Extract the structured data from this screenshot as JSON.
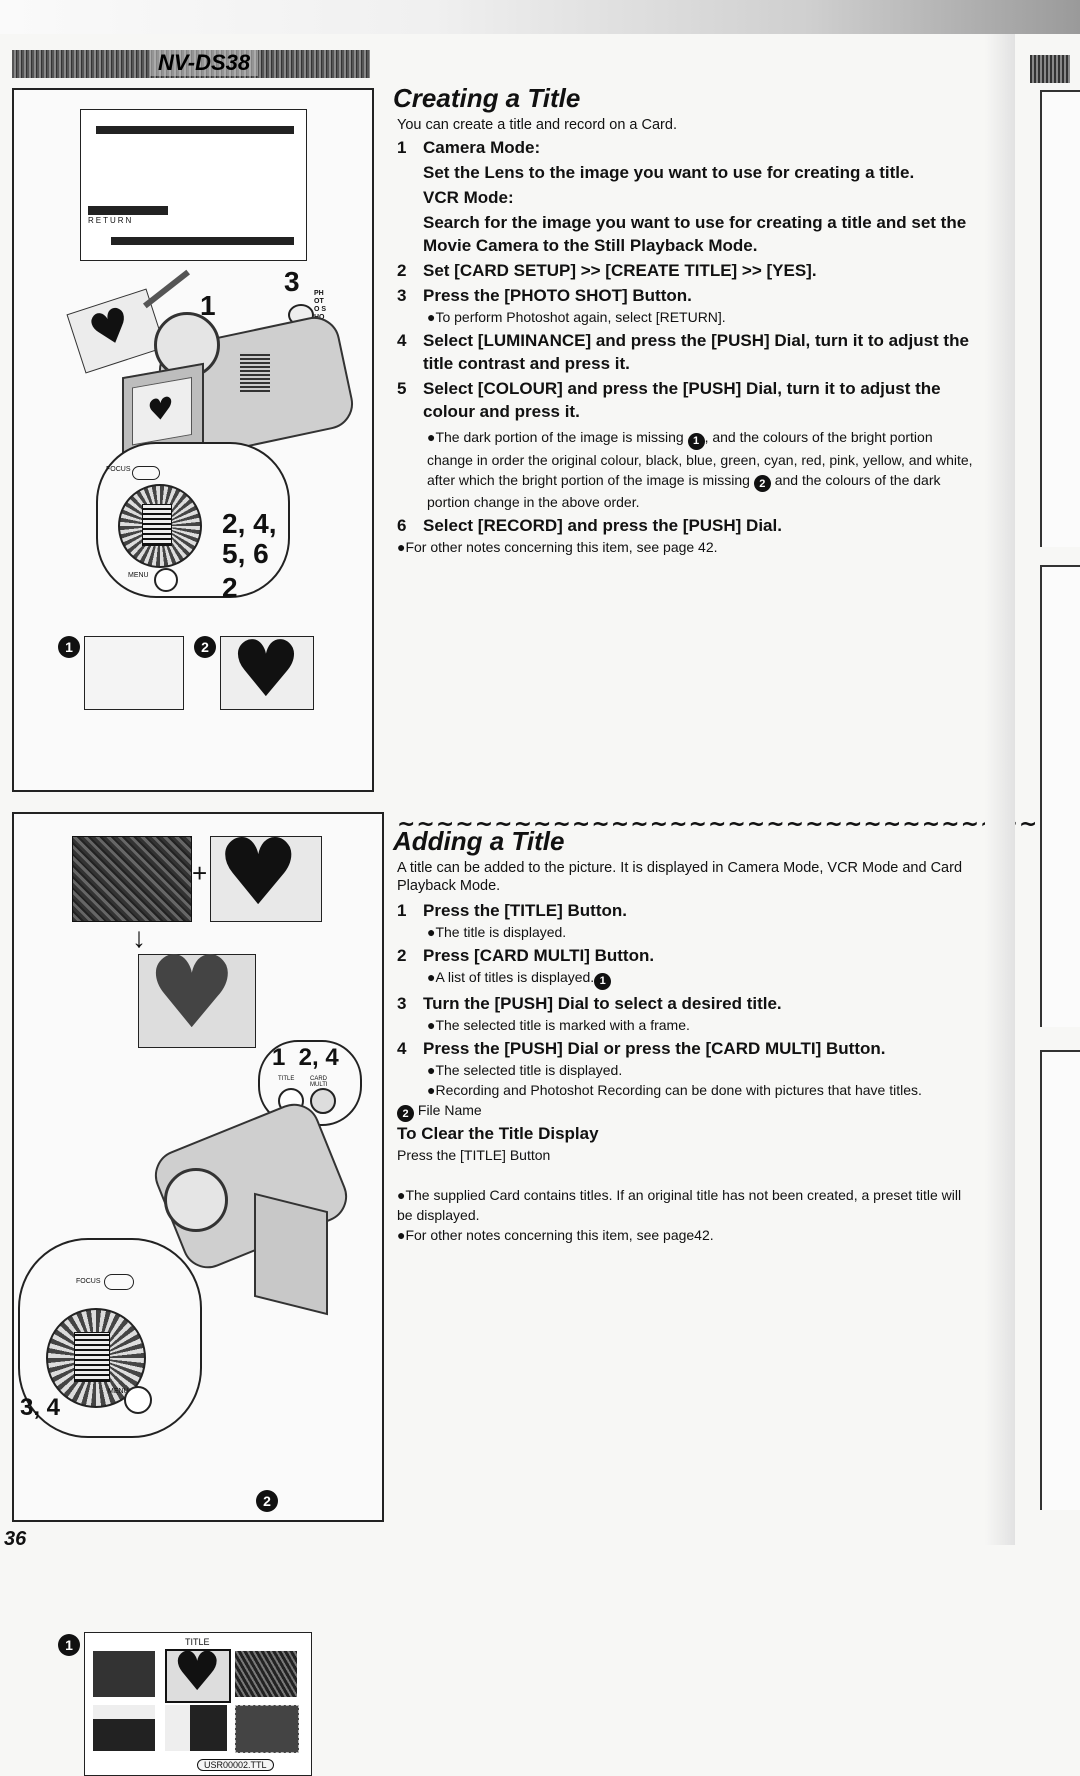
{
  "header": {
    "model": "NV-DS38"
  },
  "page_number": "36",
  "section1": {
    "title": "Creating a Title",
    "intro": "You can create a title and record on a Card.",
    "steps": [
      {
        "n": "1",
        "text": "Camera Mode:"
      },
      {
        "n": "",
        "text": "Set the Lens to the image you want to use for creating a title."
      },
      {
        "n": "",
        "text": "VCR Mode:"
      },
      {
        "n": "",
        "text": "Search for the image you want to use for creating a title and set the Movie Camera to the Still Playback Mode."
      },
      {
        "n": "2",
        "text": "Set [CARD SETUP] >> [CREATE TITLE] >> [YES]."
      },
      {
        "n": "3",
        "text": "Press the [PHOTO SHOT] Button."
      },
      {
        "n": "4",
        "text": "Select [LUMINANCE] and press the [PUSH] Dial, turn it to adjust the title contrast and press it."
      },
      {
        "n": "5",
        "text": "Select [COLOUR] and press the [PUSH] Dial, turn it to adjust the colour and press it."
      },
      {
        "n": "6",
        "text": "Select [RECORD] and press the [PUSH] Dial."
      }
    ],
    "note3": "●To perform Photoshot again, select [RETURN].",
    "note5a": "●The dark portion of the image is missing",
    "note5b": ", and the colours of the bright portion change in order the original colour, black, blue, green, cyan, red, pink, yellow, and white, after which the bright portion of the image is missing",
    "note5c": "and the colours of the dark portion change in the above order.",
    "note_end": "●For other notes concerning this item, see page 42."
  },
  "section2": {
    "title": "Adding a Title",
    "intro": "A title can be added to the picture. It is displayed in Camera Mode, VCR Mode and Card Playback Mode.",
    "steps": [
      {
        "n": "1",
        "text": "Press the [TITLE] Button.",
        "note": "●The title is displayed."
      },
      {
        "n": "2",
        "text": "Press [CARD MULTI] Button.",
        "note": "●A list of titles is displayed."
      },
      {
        "n": "3",
        "text": "Turn the [PUSH] Dial to select a desired title.",
        "note": "●The selected title is marked with a frame."
      },
      {
        "n": "4",
        "text": "Press the [PUSH] Dial or press the [CARD MULTI] Button.",
        "note": "●The selected title is displayed."
      }
    ],
    "note4b": "●Recording and Photoshot Recording can be done with pictures that have titles.",
    "file_name": "File Name",
    "clear_heading": "To Clear the Title Display",
    "clear_text": "Press the [TITLE] Button",
    "note_a": "●The supplied Card contains titles. If an original title has not been created, a preset title will be displayed.",
    "note_b": "●For other notes concerning this item, see page42."
  },
  "figure1": {
    "screen_return": "RETURN",
    "callout_3": "3",
    "callout_1": "1",
    "callout_245": "2, 4,",
    "callout_56": "5, 6",
    "callout_2": "2",
    "photo_shot_label": "PHOTO SHOT",
    "focus_label": "FOCUS",
    "menu_label": "MENU",
    "marker_1": "1",
    "marker_2": "2"
  },
  "figure2": {
    "plus": "+",
    "arrow": "↓",
    "callout_1_24": "1  2, 4",
    "title_btn": "TITLE",
    "card_multi_btn": "CARD MULTI",
    "focus_label": "FOCUS",
    "menu_label": "MENU",
    "callout_34": "3, 4",
    "screen_title": "TITLE",
    "file_label": "USR00002.TTL",
    "marker_1": "1",
    "marker_2": "2"
  }
}
